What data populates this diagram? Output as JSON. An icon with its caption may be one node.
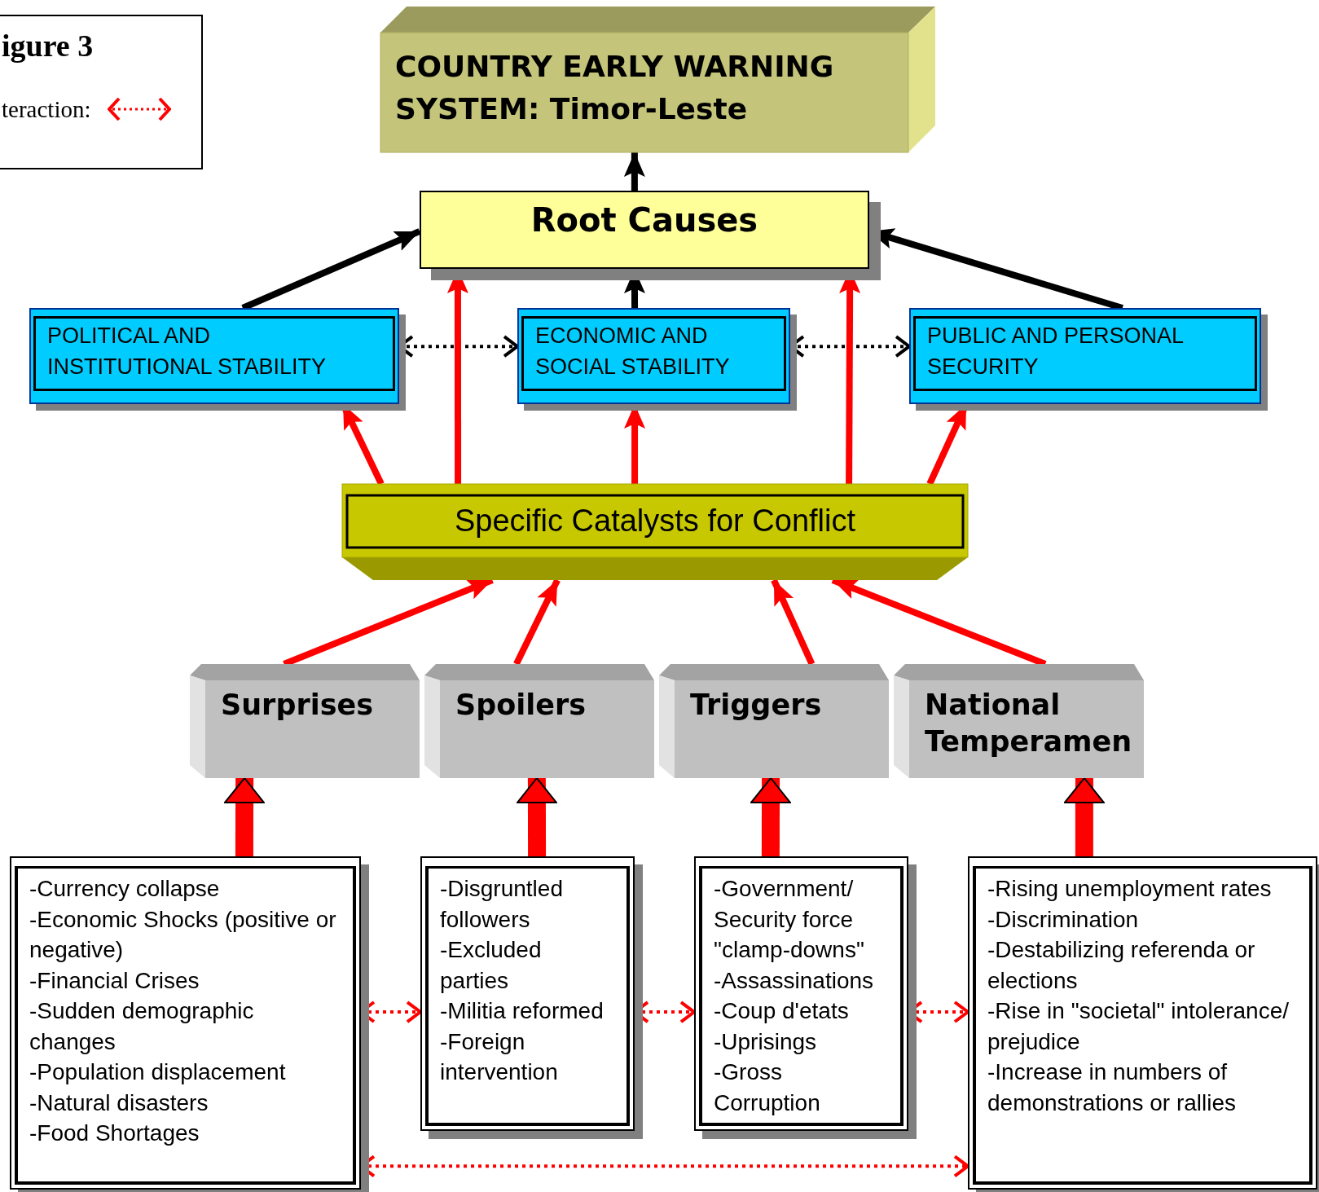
{
  "diagram": {
    "nodes": [
      {
        "text": [
          "COUNTRY EARLY WARNING SYSTEM: Timor-Leste"
        ]
      },
      {
        "text": [
          "Root Causes"
        ]
      },
      {
        "text": [
          "POLITICAL AND INSTITUTIONAL STABILITY"
        ]
      },
      {
        "text": [
          "ECONOMIC AND SOCIAL STABILITY"
        ]
      },
      {
        "text": [
          "PUBLIC AND PERSONAL SECURITY"
        ]
      },
      {
        "text": [
          "Specific Catalysts for Conflict"
        ]
      },
      {
        "text": [
          "Surprises"
        ]
      },
      {
        "text": [
          "Spoilers"
        ]
      },
      {
        "text": [
          "Triggers"
        ]
      },
      {
        "text": [
          "National Temperamen"
        ]
      },
      {
        "text": [
          "-Currency collapse",
          "-Economic Shocks (positive or negative)",
          "-Financial Crises",
          "-Sudden demographic changes",
          "-Population displacement",
          "-Natural disasters",
          "-Food Shortages"
        ]
      },
      {
        "text": [
          "-Disgruntled followers",
          "-Excluded parties",
          "-Militia reformed",
          "-Foreign intervention"
        ]
      },
      {
        "text": [
          "-Government/ Security force \"clamp-downs\"",
          "-Assassinations",
          "-Coup d'etats",
          "-Uprisings",
          "-Gross Corruption"
        ]
      },
      {
        "text": [
          "-Rising unemployment rates",
          "-Discrimination",
          "-Destabilizing referenda or elections",
          "-Rise in \"societal\" intolerance/ prejudice",
          "-Increase in numbers of demonstrations or rallies"
        ]
      }
    ],
    "edges": [
      {
        "from": 1,
        "to": 0,
        "arrow": "to",
        "color": "#000000"
      },
      {
        "from": 2,
        "to": 1,
        "arrow": "to",
        "color": "#000000"
      },
      {
        "from": 3,
        "to": 1,
        "arrow": "to",
        "color": "#000000"
      },
      {
        "from": 4,
        "to": 1,
        "arrow": "to",
        "color": "#000000"
      },
      {
        "from": 2,
        "to": 3,
        "arrow": "both",
        "style": "dashed",
        "color": "#000000"
      },
      {
        "from": 3,
        "to": 4,
        "arrow": "both",
        "style": "dashed",
        "color": "#000000"
      },
      {
        "from": 5,
        "to": 1,
        "arrow": "to"
      },
      {
        "from": 5,
        "to": 1,
        "arrow": "to"
      },
      {
        "from": 5,
        "to": 2,
        "arrow": "to"
      },
      {
        "from": 5,
        "to": 3,
        "arrow": "to"
      },
      {
        "from": 5,
        "to": 4,
        "arrow": "to"
      },
      {
        "from": 6,
        "to": 5,
        "arrow": "to"
      },
      {
        "from": 7,
        "to": 5,
        "arrow": "to"
      },
      {
        "from": 8,
        "to": 5,
        "arrow": "to"
      },
      {
        "from": 9,
        "to": 5,
        "arrow": "to"
      },
      {
        "from": 10,
        "to": 6,
        "arrow": "to",
        "style": "thick"
      },
      {
        "from": 11,
        "to": 7,
        "arrow": "to",
        "style": "thick"
      },
      {
        "from": 12,
        "to": 8,
        "arrow": "to",
        "style": "thick"
      },
      {
        "from": 13,
        "to": 9,
        "arrow": "to",
        "style": "thick"
      },
      {
        "from": 10,
        "to": 11,
        "arrow": "both",
        "style": "dashed"
      },
      {
        "from": 11,
        "to": 12,
        "arrow": "both",
        "style": "dashed"
      },
      {
        "from": 12,
        "to": 13,
        "arrow": "both",
        "style": "dashed"
      },
      {
        "from": 10,
        "to": 13,
        "arrow": "both",
        "style": "dashed"
      }
    ],
    "labels": [
      "igure 3"
    ],
    "legend": [
      {
        "text": "teraction:"
      }
    ]
  }
}
